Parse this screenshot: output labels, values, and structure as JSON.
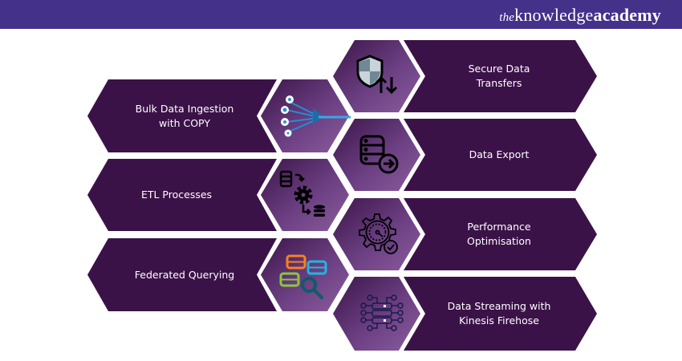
{
  "header": {
    "logo_prefix": "the",
    "logo_main": "knowledge",
    "logo_suffix": "academy",
    "background": "#43318a"
  },
  "colors": {
    "banner": "#3b1248",
    "hex_light": "#8b5d9e",
    "hex_dark": "#3d1549"
  },
  "left_items": [
    {
      "label_line1": "Bulk Data Ingestion",
      "label_line2": "with COPY",
      "icon": "data-ingestion-funnel-icon"
    },
    {
      "label_line1": "ETL Processes",
      "label_line2": "",
      "icon": "etl-gear-database-icon"
    },
    {
      "label_line1": "Federated Querying",
      "label_line2": "",
      "icon": "federated-servers-search-icon"
    }
  ],
  "right_items": [
    {
      "label_line1": "Secure Data",
      "label_line2": "Transfers",
      "icon": "shield-transfer-icon"
    },
    {
      "label_line1": "Data Export",
      "label_line2": "",
      "icon": "database-export-icon"
    },
    {
      "label_line1": "Performance",
      "label_line2": "Optimisation",
      "icon": "gear-speedometer-check-icon"
    },
    {
      "label_line1": "Data Streaming with",
      "label_line2": "Kinesis Firehose",
      "icon": "streaming-circuit-server-icon"
    }
  ]
}
